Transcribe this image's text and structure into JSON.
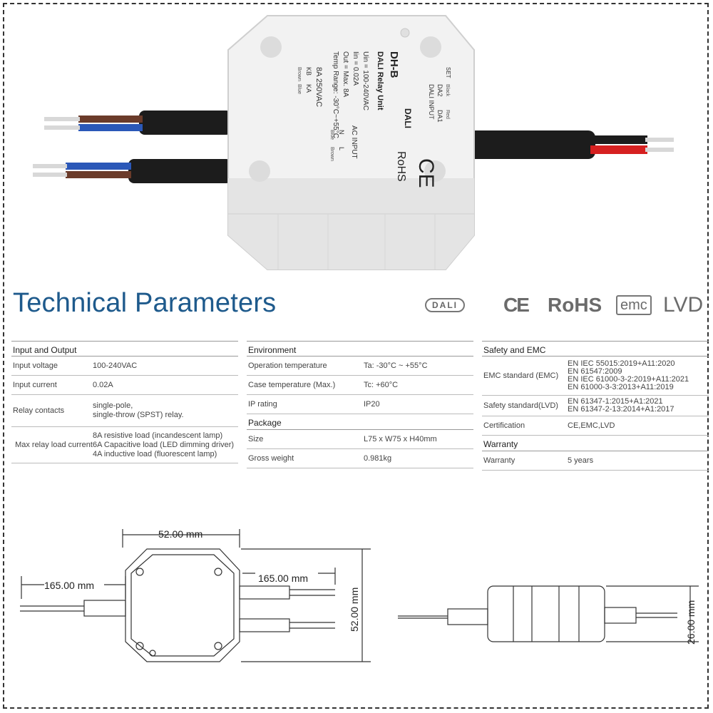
{
  "product": {
    "model": "DH-B",
    "name": "DALI Relay Unit",
    "specs": [
      "Uin = 100-240VAC",
      "Iin = 0.02A",
      "Out = Max. 8A",
      "Temp Range: -30°C~+55°C"
    ],
    "relay_label": "8A 250VAC",
    "relay_wires": [
      "Brown",
      "Blue"
    ],
    "relay_terminals": [
      "KB",
      "KA"
    ],
    "ac_label": "AC INPUT",
    "ac_wires": [
      "Blue",
      "Brown"
    ],
    "ac_terminals": [
      "N",
      "L"
    ],
    "set_label": "SET",
    "dali_wires": [
      "Black",
      "Red"
    ],
    "dali_terminals": [
      "DA2",
      "DA1"
    ],
    "dali_label": "DALI INPUT",
    "marks": [
      "DALI",
      "CE",
      "RoHS"
    ],
    "colors": {
      "housing": "#f1f1f1",
      "cable": "#222222",
      "red": "#d62020",
      "blue": "#2b58b8",
      "brown": "#6b3b2a"
    }
  },
  "title": "Technical Parameters",
  "certifications": [
    "DALI",
    "CE",
    "RoHS",
    "emc",
    "LVD"
  ],
  "table": {
    "input_output": {
      "heading": "Input and Output",
      "rows": [
        {
          "k": "Input voltage",
          "v": [
            "100-240VAC"
          ]
        },
        {
          "k": "Input current",
          "v": [
            "0.02A"
          ]
        },
        {
          "k": "Relay contacts",
          "v": [
            "single-pole,",
            "single-throw (SPST) relay."
          ]
        },
        {
          "k": " Max relay load current",
          "v": [
            "8A resistive load (incandescent lamp)",
            "6A Capacitive load (LED dimming driver)",
            "4A inductive load (fluorescent lamp)"
          ]
        }
      ]
    },
    "environment": {
      "heading": "Environment",
      "rows": [
        {
          "k": "Operation temperature",
          "v": [
            "Ta: -30°C ~ +55°C"
          ]
        },
        {
          "k": "Case temperature (Max.)",
          "v": [
            "Tc: +60°C"
          ]
        },
        {
          "k": "IP rating",
          "v": [
            "IP20"
          ]
        }
      ]
    },
    "package": {
      "heading": "Package",
      "rows": [
        {
          "k": "Size",
          "v": [
            "L75 x W75 x H40mm"
          ]
        },
        {
          "k": "Gross weight",
          "v": [
            "0.981kg"
          ]
        }
      ]
    },
    "safety": {
      "heading": "Safety and EMC",
      "rows": [
        {
          "k": "EMC standard (EMC)",
          "v": [
            "EN IEC 55015:2019+A11:2020",
            "EN 61547:2009",
            "EN IEC 61000-3-2:2019+A11:2021",
            "EN 61000-3-3:2013+A11:2019"
          ]
        },
        {
          "k": "Safety standard(LVD)",
          "v": [
            "EN 61347-1:2015+A1:2021",
            "EN 61347-2-13:2014+A1:2017"
          ]
        },
        {
          "k": "Certification",
          "v": [
            "CE,EMC,LVD"
          ]
        }
      ]
    },
    "warranty": {
      "heading": "Warranty",
      "rows": [
        {
          "k": "Warranty",
          "v": [
            "5 years"
          ]
        }
      ]
    }
  },
  "dimensions": {
    "width": "52.00 mm",
    "height": "52.00 mm",
    "cable_left": "165.00 mm",
    "cable_right": "165.00 mm",
    "depth": "26.00 mm"
  }
}
